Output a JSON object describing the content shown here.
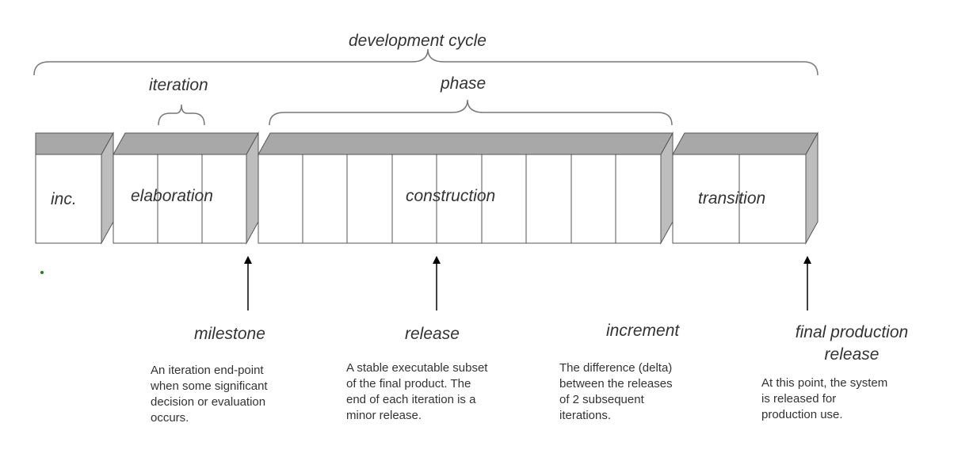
{
  "labels": {
    "development_cycle": "development cycle",
    "iteration": "iteration",
    "phase": "phase"
  },
  "phases": {
    "inception": "inc.",
    "elaboration": "elaboration",
    "construction": "construction",
    "transition": "transition"
  },
  "callouts": {
    "milestone": {
      "title": "milestone",
      "lines": [
        "An iteration end-point",
        "when some significant",
        "decision or evaluation",
        "occurs."
      ]
    },
    "release": {
      "title": "release",
      "lines": [
        "A stable executable subset",
        "of the final product. The",
        "end of each iteration is a",
        "minor release."
      ]
    },
    "increment": {
      "title": "increment",
      "lines": [
        "The difference (delta)",
        "between the releases",
        "of 2 subsequent",
        "iterations."
      ]
    },
    "final_release": {
      "title_lines": [
        "final production",
        "release"
      ],
      "lines": [
        "At this point, the system",
        "is released for",
        "production use."
      ]
    }
  },
  "colors": {
    "box_top": "#a8a8a8",
    "box_side": "#bdbdbd",
    "box_face": "#ffffff",
    "stroke": "#555555"
  }
}
